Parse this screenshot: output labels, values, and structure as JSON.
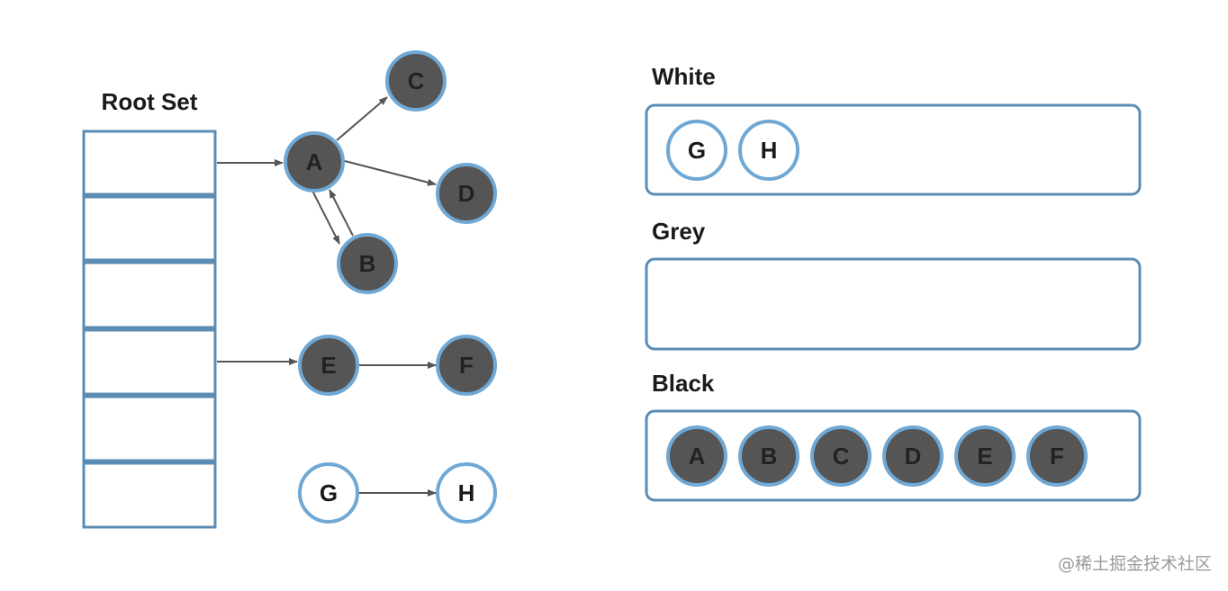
{
  "root_set": {
    "title": "Root Set",
    "slot_count": 6
  },
  "graph": {
    "nodes": [
      {
        "id": "A",
        "label": "A",
        "color": "black"
      },
      {
        "id": "B",
        "label": "B",
        "color": "black"
      },
      {
        "id": "C",
        "label": "C",
        "color": "black"
      },
      {
        "id": "D",
        "label": "D",
        "color": "black"
      },
      {
        "id": "E",
        "label": "E",
        "color": "black"
      },
      {
        "id": "F",
        "label": "F",
        "color": "black"
      },
      {
        "id": "G",
        "label": "G",
        "color": "white"
      },
      {
        "id": "H",
        "label": "H",
        "color": "white"
      }
    ],
    "edges": [
      {
        "from": "root-slot-1",
        "to": "A"
      },
      {
        "from": "root-slot-4",
        "to": "E"
      },
      {
        "from": "A",
        "to": "C"
      },
      {
        "from": "A",
        "to": "D"
      },
      {
        "from": "A",
        "to": "B"
      },
      {
        "from": "B",
        "to": "A"
      },
      {
        "from": "E",
        "to": "F"
      },
      {
        "from": "G",
        "to": "H"
      }
    ]
  },
  "sets": {
    "white": {
      "title": "White",
      "members": [
        "G",
        "H"
      ]
    },
    "grey": {
      "title": "Grey",
      "members": []
    },
    "black": {
      "title": "Black",
      "members": [
        "A",
        "B",
        "C",
        "D",
        "E",
        "F"
      ]
    }
  },
  "colors": {
    "node_fill_black": "#555555",
    "node_fill_white": "#ffffff",
    "node_stroke": "#6fa8d4",
    "box_stroke": "#5b8db4",
    "arrow": "#555555",
    "label_on_black": "#222222",
    "label_on_white": "#1a1a1a"
  },
  "watermark": "@稀土掘金技术社区"
}
